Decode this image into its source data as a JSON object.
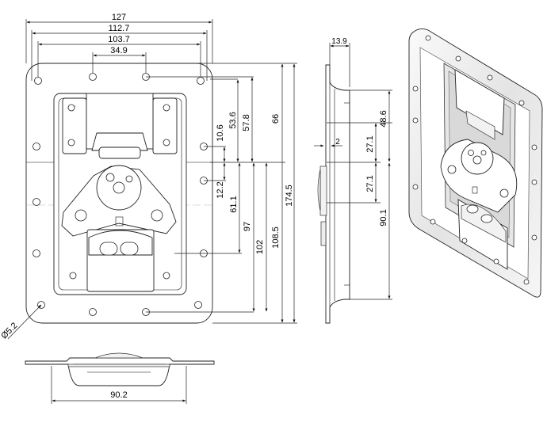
{
  "dimensions": {
    "front_width_outer": "127",
    "front_width_holes": "112.7",
    "front_width_inner": "103.7",
    "front_width_top_holes": "34.9",
    "front_height_total": "174.5",
    "front_height_flange": "108.5",
    "front_height_102": "102",
    "front_height_97": "97",
    "front_height_66": "66",
    "front_height_61_1": "61.1",
    "front_height_57_8": "57.8",
    "front_height_53_6": "53.6",
    "front_height_12_2": "12.2",
    "front_height_10_6": "10.6",
    "hole_diameter": "Ø5.2",
    "bottom_view_width": "90.2",
    "side_view_depth": "13.9",
    "side_view_offset": "2",
    "side_view_48_6": "48.6",
    "side_view_27_1_top": "27.1",
    "side_view_27_1_bottom": "27.1",
    "side_view_90_1": "90.1"
  }
}
